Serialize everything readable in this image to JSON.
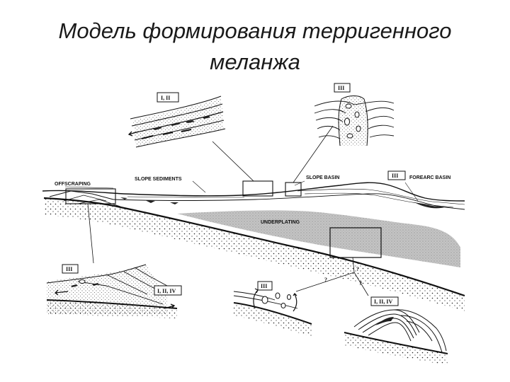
{
  "title": {
    "line1": "Модель формирования терригенного",
    "line2": "меланжа"
  },
  "labels": {
    "offscraping": "OFFSCRAPING",
    "slope_sediments": "SLOPE SEDIMENTS",
    "slope_basin": "SLOPE BASIN",
    "forearc_basin": "FOREARC BASIN",
    "underplating": "UNDERPLATING"
  },
  "tags": {
    "inset_top_left": "I, II",
    "inset_top_right": "III",
    "forearc": "III",
    "inset_bottom_left_a": "III",
    "inset_bottom_left_b": "I, II, IV",
    "inset_bottom_mid": "III",
    "inset_bottom_right": "I, II, IV"
  },
  "question_marks": [
    "?",
    "?",
    "?"
  ],
  "colors": {
    "ink": "#111111",
    "shade": "#b5b5b5",
    "background": "#ffffff"
  }
}
